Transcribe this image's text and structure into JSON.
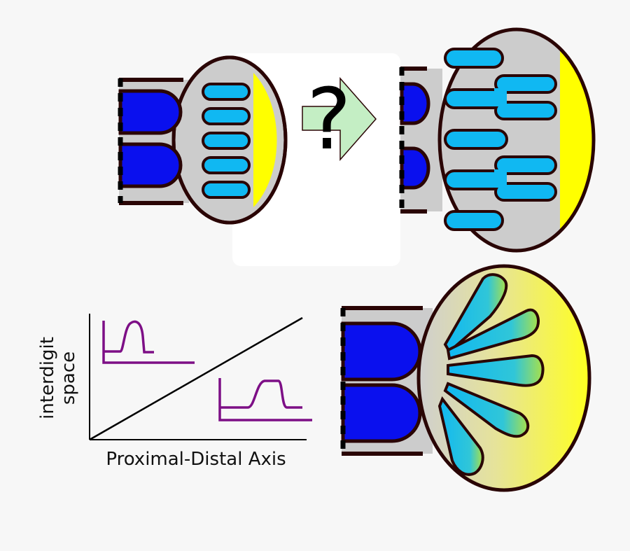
{
  "question_mark": "?",
  "graph": {
    "x_axis_label": "Proximal-Distal Axis",
    "y_axis_label_line1": "interdigit",
    "y_axis_label_line2": "space"
  },
  "colors": {
    "background": "#f7f7f7",
    "white_panel": "#ffffff",
    "tissue_gray": "#cccccc",
    "outline_dark": "#2a0505",
    "digit_blue": "#0a10ee",
    "condensation_cyan": "#10b8f2",
    "distal_yellow": "#ffff00",
    "arrow_green": "#c4eec4",
    "profile_purple": "#7d0f86"
  },
  "icons": {
    "arrow": "right-arrow-icon",
    "question": "question-mark-icon"
  }
}
